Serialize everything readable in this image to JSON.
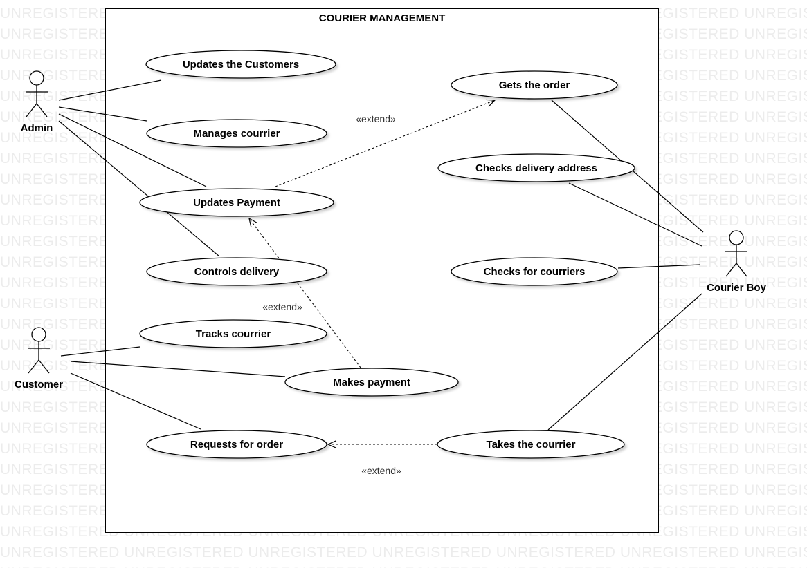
{
  "watermark": "UNREGISTERED",
  "system": {
    "title": "COURIER MANAGEMENT"
  },
  "actors": [
    {
      "id": "admin",
      "label": "Admin"
    },
    {
      "id": "customer",
      "label": "Customer"
    },
    {
      "id": "courier-boy",
      "label": "Courier Boy"
    }
  ],
  "use_cases": [
    {
      "id": "updates-customers",
      "label": "Updates the Customers"
    },
    {
      "id": "manages-courrier",
      "label": "Manages courrier"
    },
    {
      "id": "updates-payment",
      "label": "Updates Payment"
    },
    {
      "id": "controls-delivery",
      "label": "Controls delivery"
    },
    {
      "id": "tracks-courrier",
      "label": "Tracks courrier"
    },
    {
      "id": "makes-payment",
      "label": "Makes payment"
    },
    {
      "id": "requests-order",
      "label": "Requests for order"
    },
    {
      "id": "gets-order",
      "label": "Gets the order"
    },
    {
      "id": "checks-address",
      "label": "Checks delivery address"
    },
    {
      "id": "checks-courriers",
      "label": "Checks for courriers"
    },
    {
      "id": "takes-courrier",
      "label": "Takes the courrier"
    }
  ],
  "associations": [
    {
      "from": "admin",
      "to": "updates-customers"
    },
    {
      "from": "admin",
      "to": "manages-courrier"
    },
    {
      "from": "admin",
      "to": "updates-payment"
    },
    {
      "from": "admin",
      "to": "controls-delivery"
    },
    {
      "from": "customer",
      "to": "tracks-courrier"
    },
    {
      "from": "customer",
      "to": "makes-payment"
    },
    {
      "from": "customer",
      "to": "requests-order"
    },
    {
      "from": "courier-boy",
      "to": "gets-order"
    },
    {
      "from": "courier-boy",
      "to": "checks-address"
    },
    {
      "from": "courier-boy",
      "to": "checks-courriers"
    },
    {
      "from": "courier-boy",
      "to": "takes-courrier"
    }
  ],
  "extends": [
    {
      "from": "updates-payment",
      "to": "gets-order",
      "label": "«extend»"
    },
    {
      "from": "makes-payment",
      "to": "updates-payment",
      "label": "«extend»"
    },
    {
      "from": "takes-courrier",
      "to": "requests-order",
      "label": "«extend»"
    }
  ]
}
